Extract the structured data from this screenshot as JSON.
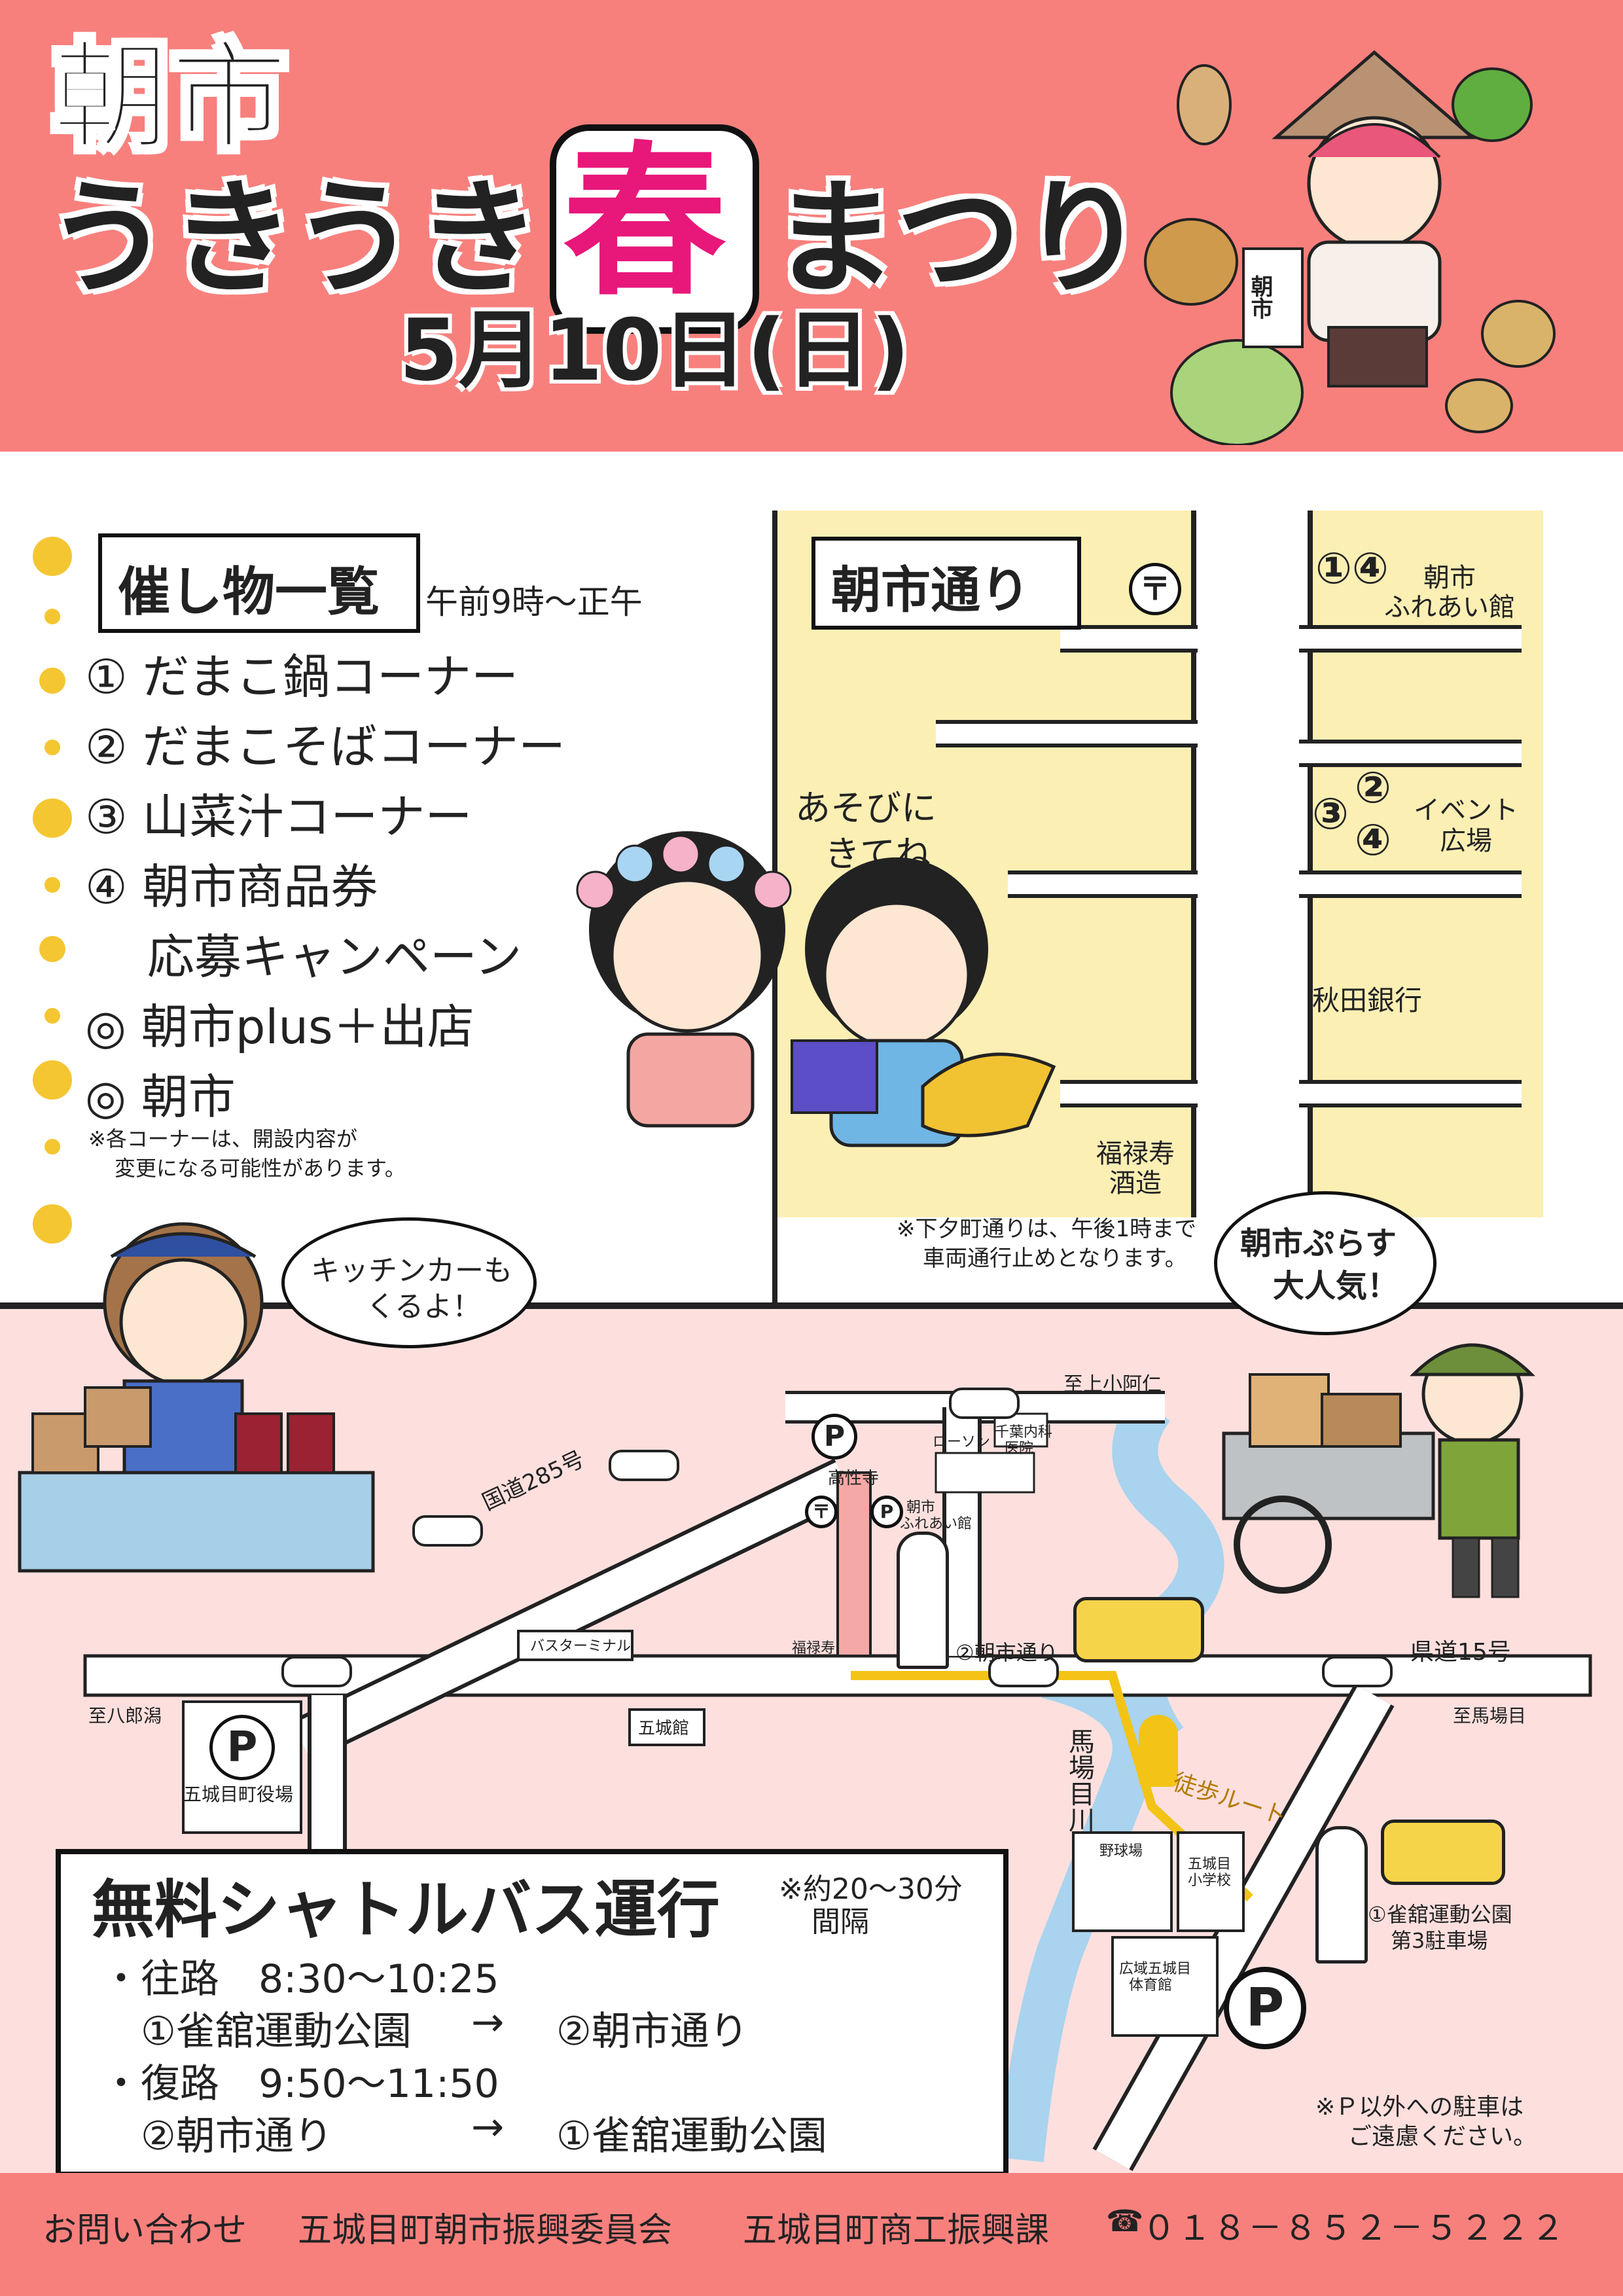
{
  "header": {
    "line1": "朝市",
    "line2_pre": "うきうき",
    "line2_spring": "春",
    "line2_post": "まつり",
    "date": "5月10日(日)",
    "mascot_bag": "朝市"
  },
  "events": {
    "heading": "催し物一覧",
    "time": "午前9時～正午",
    "items": [
      "① だまこ鍋コーナー",
      "② だまこそばコーナー",
      "③ 山菜汁コーナー",
      "④ 朝市商品券",
      "　 応募キャンペーン",
      "◎ 朝市plus＋出店",
      "◎ 朝市"
    ],
    "note_line1": "※各コーナーは、開設内容が",
    "note_line2": "変更になる可能性があります。"
  },
  "street_map": {
    "heading": "朝市通り",
    "post_symbol": "〒",
    "fureai_nums": "①④",
    "fureai_line1": "朝市",
    "fureai_line2": "ふれあい館",
    "event_nums_top": "②",
    "event_nums_mid": "③",
    "event_nums_bot": "④",
    "event_line1": "イベント",
    "event_line2": "広場",
    "bank": "秋田銀行",
    "brewery_line1": "福禄寿",
    "brewery_line2": "酒造",
    "bubble_line1": "あそびに",
    "bubble_line2": "きてね",
    "note_line1": "※下夕町通りは、午後1時まで",
    "note_line2": "車両通行止めとなります。"
  },
  "bubbles": {
    "kitchen_line1": "キッチンカーも",
    "kitchen_line2": "くるよ！",
    "plus_line1": "朝市ぷらす",
    "plus_line2": "大人気！"
  },
  "area_map": {
    "to_kamikoani": "至上小阿仁",
    "route285": "国道285号",
    "koshoji": "高性寺",
    "lawson": "ローソン",
    "chiba_line1": "千葉内科",
    "chiba_line2": "医院",
    "fureai_line1": "朝市",
    "fureai_line2": "ふれあい館",
    "bus_terminal": "バスターミナル",
    "fukurokuju": "福禄寿",
    "asaichi_dori": "②朝市通り",
    "pref_road": "県道15号",
    "to_hachirogata": "至八郎潟",
    "gojokan": "五城館",
    "town_hall": "五城目町役場",
    "river": "馬場目川",
    "walk_route": "徒歩ルート",
    "to_babame": "至馬場目",
    "baseball": "野球場",
    "school_line1": "五城目",
    "school_line2": "小学校",
    "gym_line1": "広域五城目",
    "gym_line2": "体育館",
    "park_line1": "①雀舘運動公園",
    "park_line2": "第3駐車場",
    "parking_note_line1": "※Ｐ以外への駐車は",
    "parking_note_line2": "ご遠慮ください。",
    "parking_symbol": "P"
  },
  "shuttle": {
    "title": "無料シャトルバス運行",
    "interval_line1": "※約20～30分",
    "interval_line2": "間隔",
    "out_label": "・往路　8:30～10:25",
    "out_route_from": "①雀舘運動公園",
    "out_arrow": "→",
    "out_route_to": "②朝市通り",
    "back_label": "・復路　9:50～11:50",
    "back_route_from": "②朝市通り",
    "back_arrow": "→",
    "back_route_to": "①雀舘運動公園"
  },
  "footer": {
    "inquiry": "お問い合わせ",
    "org1": "五城目町朝市振興委員会",
    "org2": "五城目町商工振興課",
    "phone": "０１８－８５２－５２２２"
  },
  "colors": {
    "header_pink": "#f7807d",
    "spring_magenta": "#e8177a",
    "lower_pink": "#fde0de",
    "street_yellow": "#fbefb4",
    "route_yellow": "#f3c316",
    "river_blue": "#a9d3ee"
  }
}
